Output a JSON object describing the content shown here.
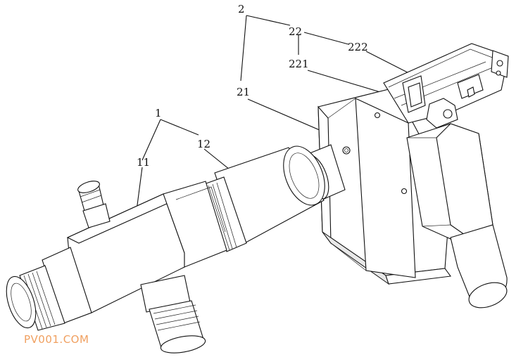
{
  "labels": {
    "l2": "2",
    "l22": "22",
    "l222": "222",
    "l221": "221",
    "l21": "21",
    "l1": "1",
    "l12": "12",
    "l11": "11"
  },
  "watermark": "PV001.COM"
}
